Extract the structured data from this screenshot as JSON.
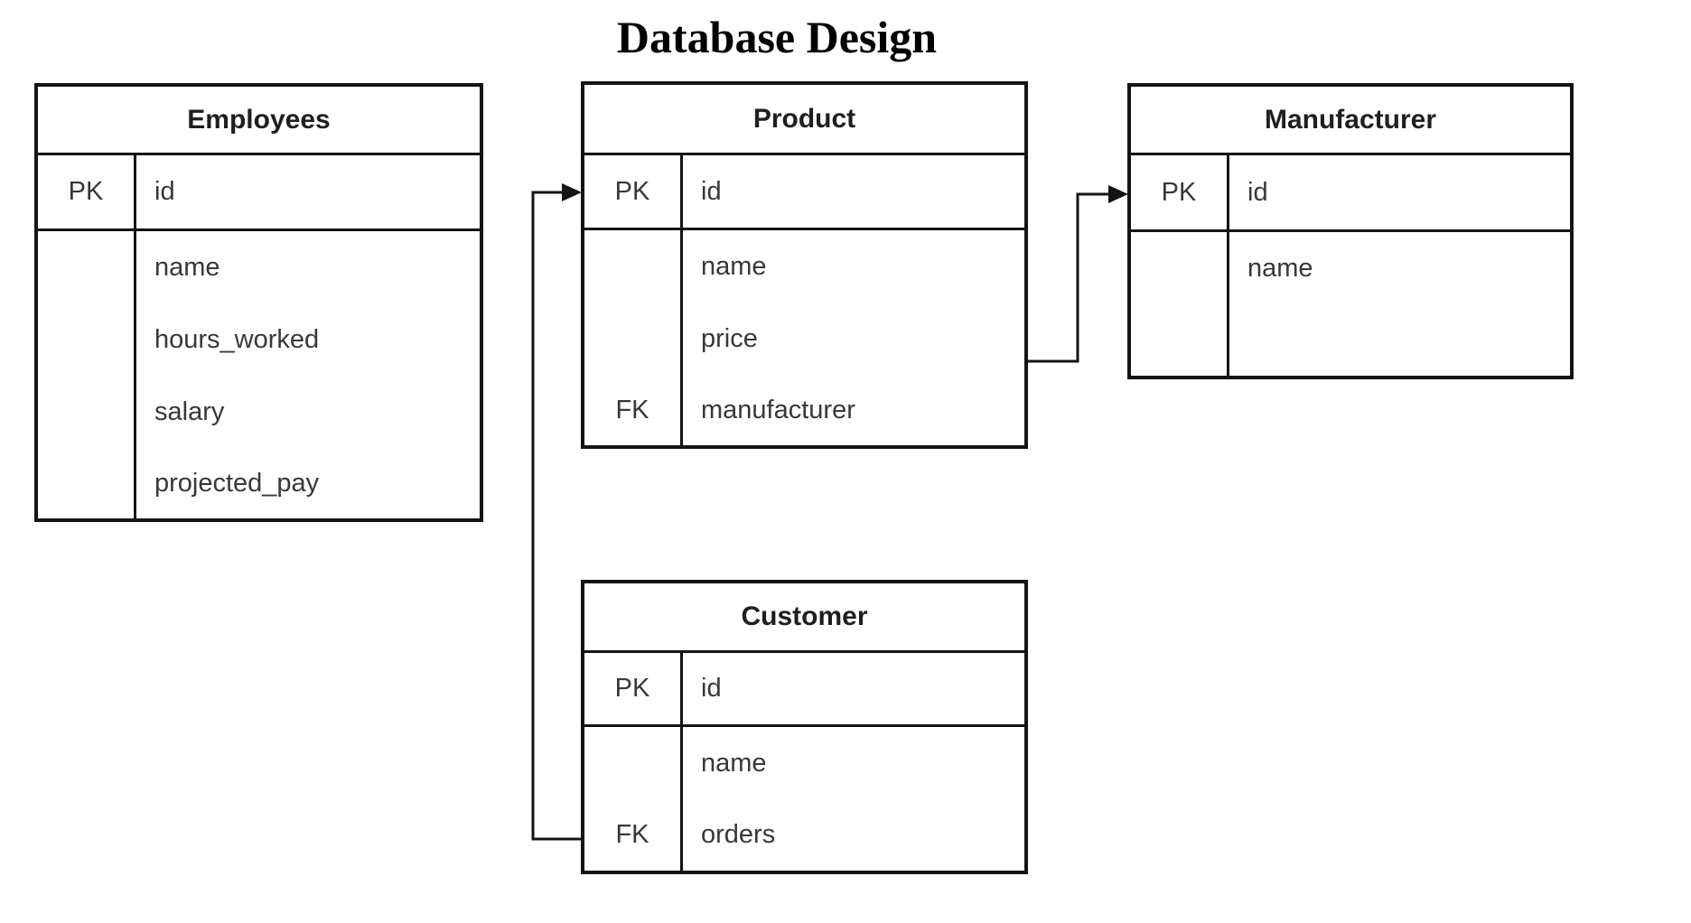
{
  "title": "Database Design",
  "tables": [
    {
      "name": "Employees",
      "rows": [
        {
          "key": "PK",
          "field": "id"
        },
        {
          "key": "",
          "field": "name"
        },
        {
          "key": "",
          "field": "hours_worked"
        },
        {
          "key": "",
          "field": "salary"
        },
        {
          "key": "",
          "field": "projected_pay"
        }
      ]
    },
    {
      "name": "Product",
      "rows": [
        {
          "key": "PK",
          "field": "id"
        },
        {
          "key": "",
          "field": "name"
        },
        {
          "key": "",
          "field": "price"
        },
        {
          "key": "FK",
          "field": "manufacturer"
        }
      ]
    },
    {
      "name": "Manufacturer",
      "rows": [
        {
          "key": "PK",
          "field": "id"
        },
        {
          "key": "",
          "field": "name"
        }
      ]
    },
    {
      "name": "Customer",
      "rows": [
        {
          "key": "PK",
          "field": "id"
        },
        {
          "key": "",
          "field": "name"
        },
        {
          "key": "FK",
          "field": "orders"
        }
      ]
    }
  ],
  "relationships": [
    {
      "from": "Customer.orders",
      "to": "Product.id"
    },
    {
      "from": "Product.manufacturer",
      "to": "Manufacturer.id"
    }
  ],
  "colors": {
    "line": "#141414",
    "text": "#383838",
    "header_text": "#1f1f1f",
    "background": "#ffffff"
  }
}
